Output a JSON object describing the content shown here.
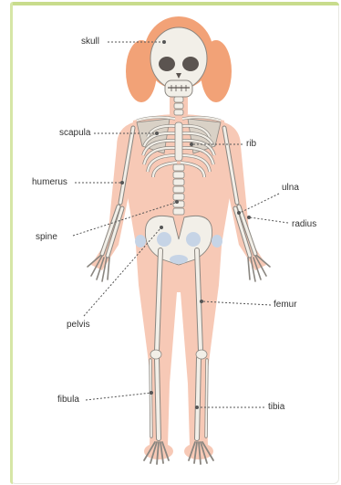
{
  "labels": {
    "skull": "skull",
    "scapula": "scapula",
    "rib": "rib",
    "humerus": "humerus",
    "ulna": "ulna",
    "spine": "spine",
    "radius": "radius",
    "pelvis": "pelvis",
    "femur": "femur",
    "fibula": "fibula",
    "tibia": "tibia"
  },
  "colors": {
    "body": "#f7c9b6",
    "hair": "#f2a277",
    "bone": "#f2efe8",
    "bone_outline": "#8a8680",
    "bone_shadow": "#cfc9c0",
    "leader_line": "#555555",
    "frame_accent": "#c8dc8c"
  }
}
